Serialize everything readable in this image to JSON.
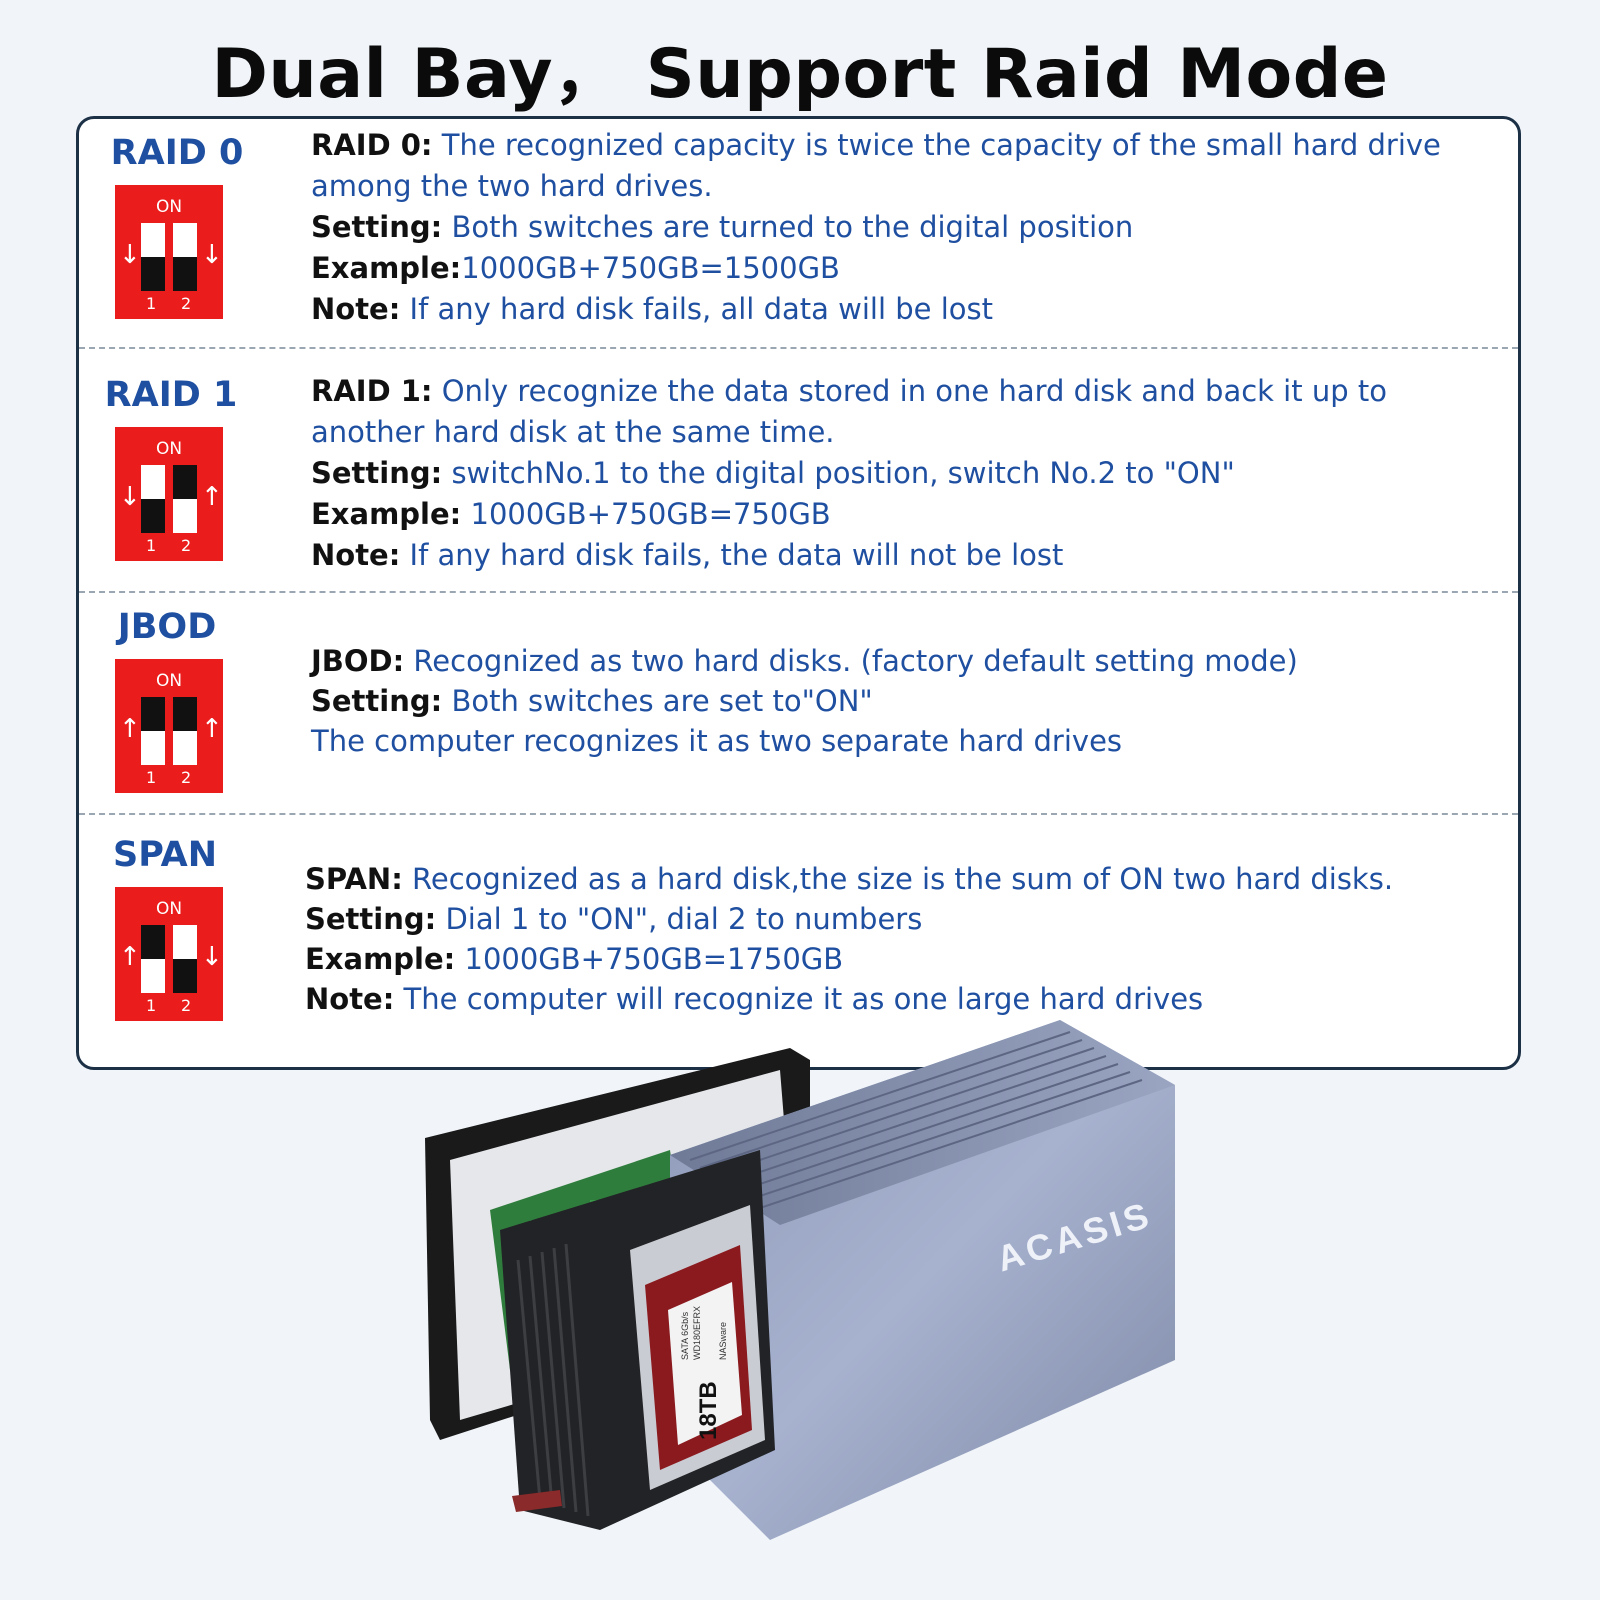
{
  "title": "Dual Bay， Support Raid Mode",
  "switch_on_label": "ON",
  "switch_num_1": "1",
  "switch_num_2": "2",
  "modes": [
    {
      "name": "RAID 0",
      "switch1": "down",
      "switch2": "down",
      "lines": [
        {
          "label": "RAID 0:",
          "text": " The recognized capacity is twice the capacity of the small hard  drive among the two hard drives."
        },
        {
          "label": "Setting:",
          "text": " Both switches are turned to the digital position"
        },
        {
          "label": "Example:",
          "text": "1000GB+750GB=1500GB"
        },
        {
          "label": "Note:",
          "text": " If any hard disk fails, all data will be lost"
        }
      ]
    },
    {
      "name": "RAID 1",
      "switch1": "down",
      "switch2": "up",
      "lines": [
        {
          "label": "RAID 1:",
          "text": " Only recognize the data stored in one hard disk and back it up to another hard disk at the same time."
        },
        {
          "label": "Setting:",
          "text": " switchNo.1 to the digital position, switch No.2 to \"ON\""
        },
        {
          "label": "Example:",
          "text": " 1000GB+750GB=750GB"
        },
        {
          "label": "Note:",
          "text": " If any hard disk fails, the data will not be lost"
        }
      ]
    },
    {
      "name": "JBOD",
      "switch1": "up",
      "switch2": "up",
      "lines": [
        {
          "label": "JBOD:",
          "text": " Recognized as two hard disks. (factory default setting mode)"
        },
        {
          "label": "Setting:",
          "text": " Both switches are set to\"ON\""
        },
        {
          "label": "",
          "text": "The computer recognizes it as two separate hard drives"
        }
      ]
    },
    {
      "name": "SPAN",
      "switch1": "up",
      "switch2": "down",
      "lines": [
        {
          "label": "SPAN:",
          "text": " Recognized as a hard disk,the size is the sum of ON two hard disks."
        },
        {
          "label": "Setting:",
          "text": " Dial 1 to \"ON\", dial 2 to numbers"
        },
        {
          "label": "Example:",
          "text": " 1000GB+750GB=1750GB"
        },
        {
          "label": "Note:",
          "text": " The computer will recognize it as one large hard drives"
        }
      ]
    }
  ],
  "product": {
    "brand": "ACASIS",
    "drive_capacity": "18TB",
    "drive_text_1": "SATA 6Gb/s",
    "drive_text_2": "WD180EFRX",
    "drive_text_3": "NASware"
  },
  "colors": {
    "accent_blue": "#1f4fa0",
    "switch_red": "#ea1c1c",
    "border": "#1c3046"
  }
}
